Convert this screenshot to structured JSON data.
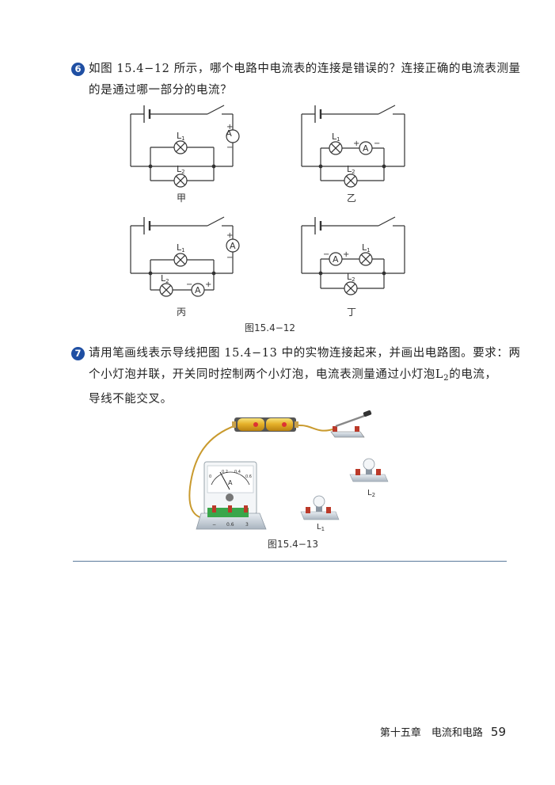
{
  "q6": {
    "number": "6",
    "line1": "如图 15.4−12 所示，哪个电路中电流表的连接是错误的？连接正确的电流表测量",
    "line2": "的是通过哪一部分的电流？"
  },
  "circuits": {
    "plus": "+",
    "minus": "−",
    "meter": "A",
    "l1": "L",
    "l2": "L",
    "sub1": "1",
    "sub2": "2",
    "label_jia": "甲",
    "label_yi": "乙",
    "label_bing": "丙",
    "label_ding": "丁"
  },
  "fig12_caption": "图15.4−12",
  "q7": {
    "number": "7",
    "line1_a": "请用笔画线表示导线把图 15.4−13 中的实物连接起来，并画出电路图。要求：两",
    "line2_a": "个小灯泡并联，开关同时控制两个小灯泡，电流表测量通过小灯泡L",
    "line2_sub": "2",
    "line2_b": "的电流，",
    "line3": "导线不能交叉。"
  },
  "fig13": {
    "meter_letter": "A",
    "scale_labels": [
      "0",
      "0.2",
      "0.4",
      "0.6"
    ],
    "terminal_labels": [
      "−",
      "0.6",
      "3"
    ],
    "lamp1_label": "L",
    "lamp1_sub": "1",
    "lamp2_label": "L",
    "lamp2_sub": "2",
    "caption": "图15.4−13"
  },
  "footer": {
    "chapter": "第十五章　电流和电路",
    "page": "59"
  }
}
